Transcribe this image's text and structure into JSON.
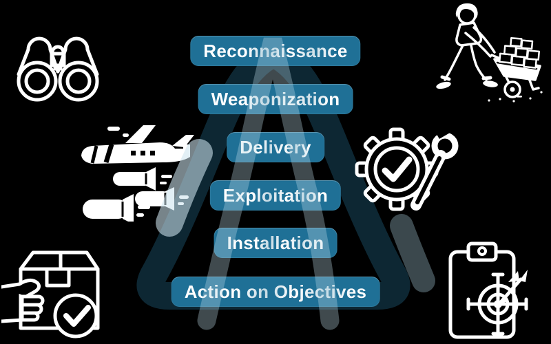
{
  "stages": [
    {
      "label": "Reconnaissance",
      "icon": "binoculars-icon"
    },
    {
      "label": "Weaponization",
      "icon": "wheelbarrow-worker-icon"
    },
    {
      "label": "Delivery",
      "icon": "bomber-plane-icon"
    },
    {
      "label": "Exploitation",
      "icon": "gear-check-wrench-icon"
    },
    {
      "label": "Installation",
      "icon": "package-check-icon"
    },
    {
      "label": "Action on Objectives",
      "icon": "clipboard-target-icon"
    }
  ],
  "colors": {
    "background": "#000000",
    "pill": "#1f7096",
    "pill_text": "#ffffff",
    "icon": "#ffffff",
    "emblem_dark": "#0d2733",
    "emblem_light": "rgba(188,217,230,0.34)"
  }
}
